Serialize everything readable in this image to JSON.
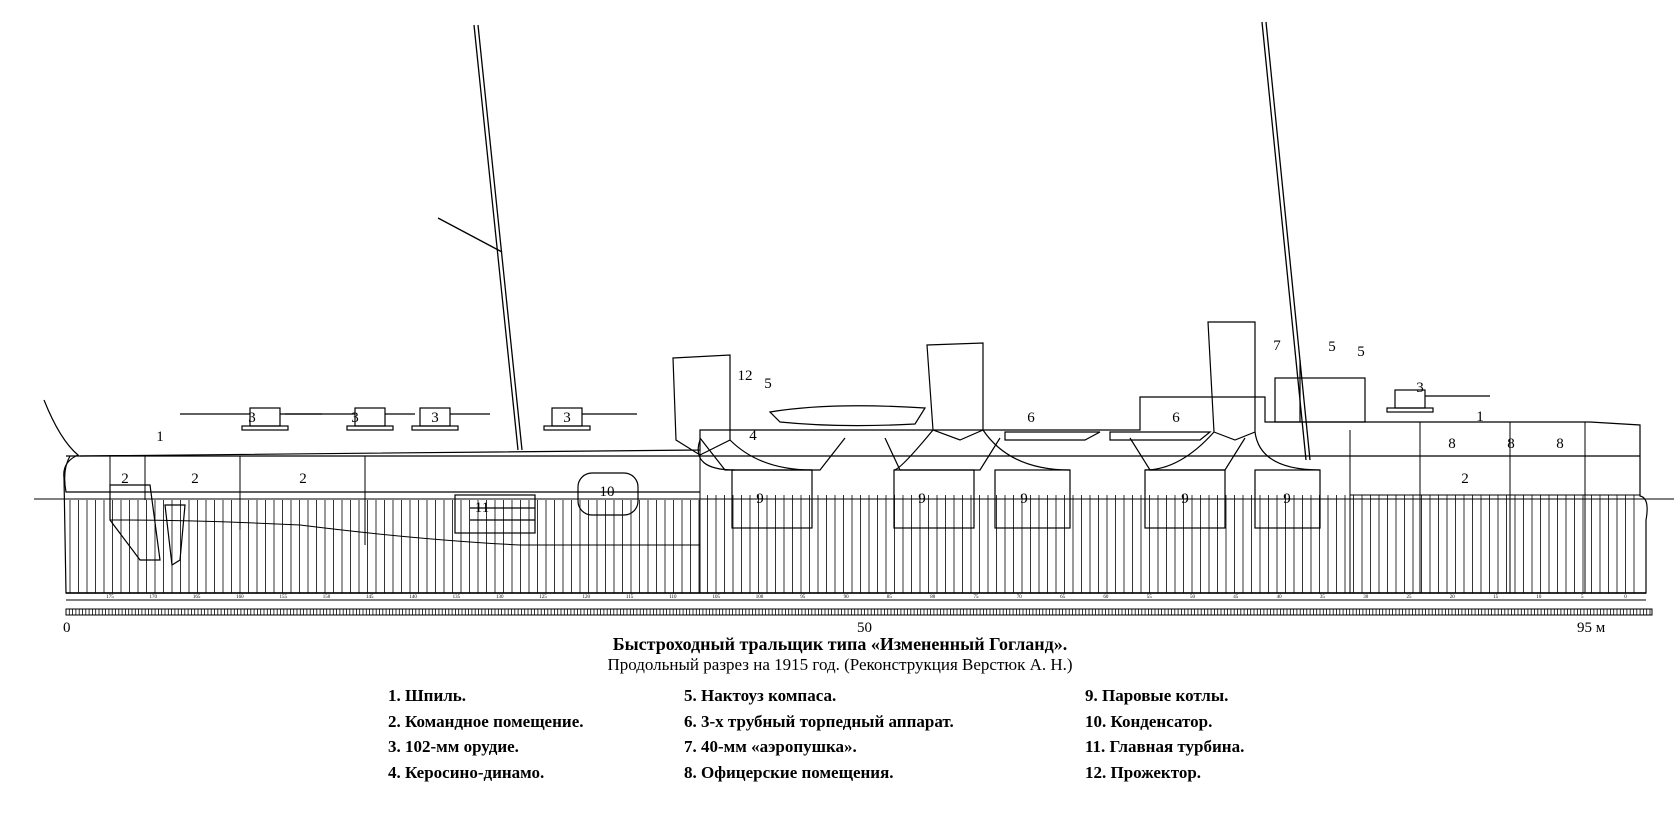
{
  "title": "Быстроходный тральщик типа «Измененный Гогланд».",
  "subtitle": "Продольный разрез на 1915 год. (Реконструкция Верстюк А. Н.)",
  "scale": {
    "start": "0",
    "mid": "50",
    "end": "95 м"
  },
  "callouts": [
    "1",
    "2",
    "3",
    "4",
    "5",
    "6",
    "7",
    "8",
    "9",
    "10",
    "11",
    "12"
  ],
  "legend": [
    [
      "1.  Шпиль.",
      "2.  Командное помещение.",
      "3.  102-мм орудие.",
      "4.  Керосино-динамо."
    ],
    [
      "5.  Нактоуз компаса.",
      "6.  3-х трубный торпедный аппарат.",
      "7.  40-мм «аэропушка».",
      "8.  Офицерские помещения."
    ],
    [
      "9.  Паровые котлы.",
      "10.  Конденсатор.",
      "11.  Главная турбина.",
      "12.  Прожектор."
    ]
  ],
  "frame_numbers": [
    "175",
    "170",
    "165",
    "160",
    "155",
    "150",
    "145",
    "140",
    "135",
    "130",
    "125",
    "120",
    "115",
    "110",
    "105",
    "100",
    "95",
    "90",
    "85",
    "80",
    "75",
    "70",
    "65",
    "60",
    "55",
    "50",
    "45",
    "40",
    "35",
    "30",
    "25",
    "20",
    "15",
    "10",
    "5",
    "0"
  ]
}
